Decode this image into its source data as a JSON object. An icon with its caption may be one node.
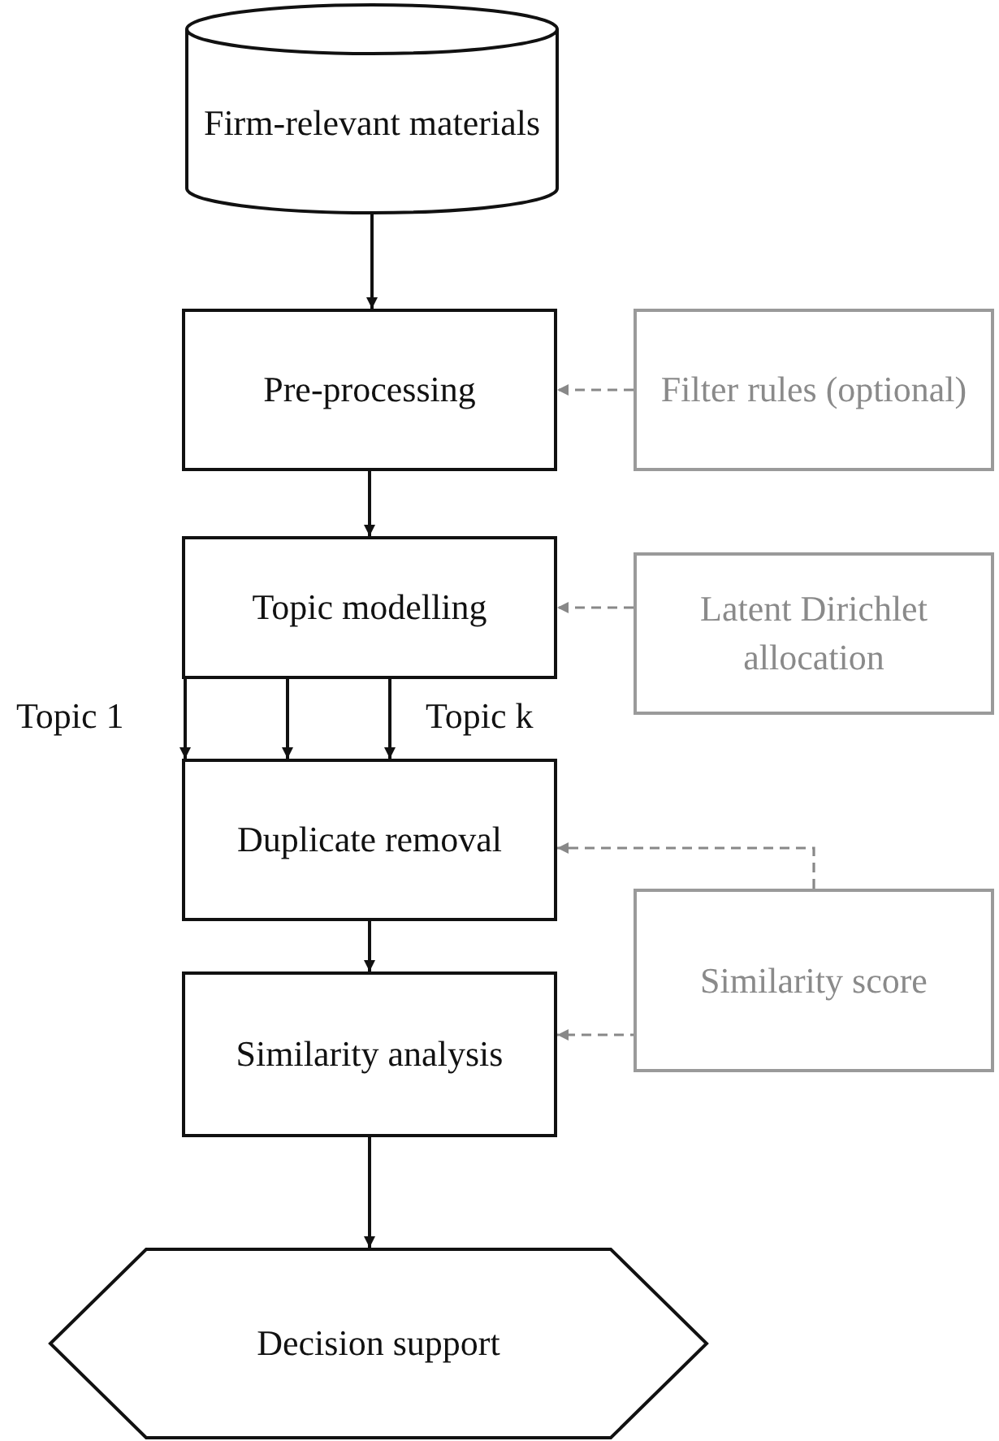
{
  "diagram": {
    "nodes": [
      {
        "text": [
          "Firm-relevant materials"
        ]
      },
      {
        "text": [
          "Pre-processing"
        ]
      },
      {
        "text": [
          "Filter rules (optional)"
        ]
      },
      {
        "text": [
          "Topic modelling"
        ]
      },
      {
        "text": [
          "Latent Dirichlet allocation"
        ]
      },
      {
        "text": [
          "Duplicate removal"
        ]
      },
      {
        "text": [
          "Similarity score"
        ]
      },
      {
        "text": [
          "Similarity analysis"
        ]
      },
      {
        "text": [
          "Decision support"
        ]
      }
    ],
    "edges": [
      {
        "from": 0,
        "to": 1,
        "arrow": "to"
      },
      {
        "from": 1,
        "to": 3,
        "arrow": "to"
      },
      {
        "from": 3,
        "to": 5,
        "arrow": "to"
      },
      {
        "from": 3,
        "to": 5,
        "arrow": "to"
      },
      {
        "from": 3,
        "to": 5,
        "arrow": "to"
      },
      {
        "from": 5,
        "to": 7,
        "arrow": "to"
      },
      {
        "from": 7,
        "to": 8,
        "arrow": "to"
      },
      {
        "from": 2,
        "to": 1,
        "arrow": "to",
        "style": "dashed",
        "color": "#888888"
      },
      {
        "from": 4,
        "to": 3,
        "arrow": "to",
        "style": "dashed",
        "color": "#888888"
      },
      {
        "from": 6,
        "to": 5,
        "arrow": "to",
        "style": "dashed",
        "color": "#888888"
      },
      {
        "from": 6,
        "to": 7,
        "arrow": "to",
        "style": "dashed",
        "color": "#888888"
      }
    ],
    "labels": [
      "Topic 1",
      "Topic k"
    ]
  }
}
